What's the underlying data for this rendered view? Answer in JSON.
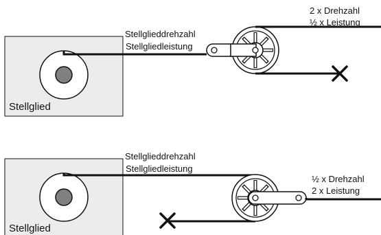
{
  "panels": [
    {
      "actuator_label": "Stellglied",
      "input_speed": "Stellglieddrehzahl",
      "input_power": "Stellgliedleistung",
      "output_speed": "2 x Drehzahl",
      "output_power": "½ x Leistung"
    },
    {
      "actuator_label": "Stellglied",
      "input_speed": "Stellglieddrehzahl",
      "input_power": "Stellgliedleistung",
      "output_speed": "½ x Drehzahl",
      "output_power": "2 x Leistung"
    }
  ],
  "icons": {
    "fixed_end": "x-mark-icon",
    "pulley": "pulley-wheel-icon",
    "drum": "drum-icon"
  }
}
